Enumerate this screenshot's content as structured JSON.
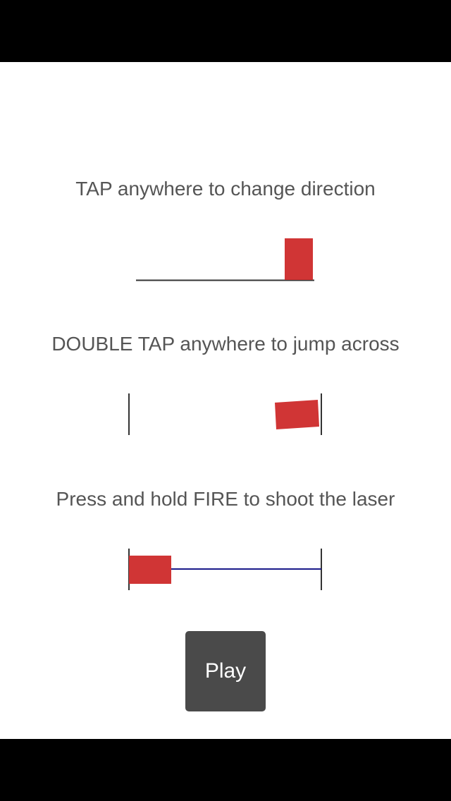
{
  "instructions": {
    "tap": "TAP anywhere to change direction",
    "double_tap": "DOUBLE TAP anywhere to jump across",
    "fire": "Press and hold FIRE to shoot the laser"
  },
  "play_button": {
    "label": "Play"
  },
  "colors": {
    "background": "#ffffff",
    "text": "#555555",
    "player": "#d03535",
    "line": "#333333",
    "laser": "#1a1a8a",
    "button": "#4a4a4a",
    "button_text": "#ffffff",
    "bars": "#000000"
  }
}
